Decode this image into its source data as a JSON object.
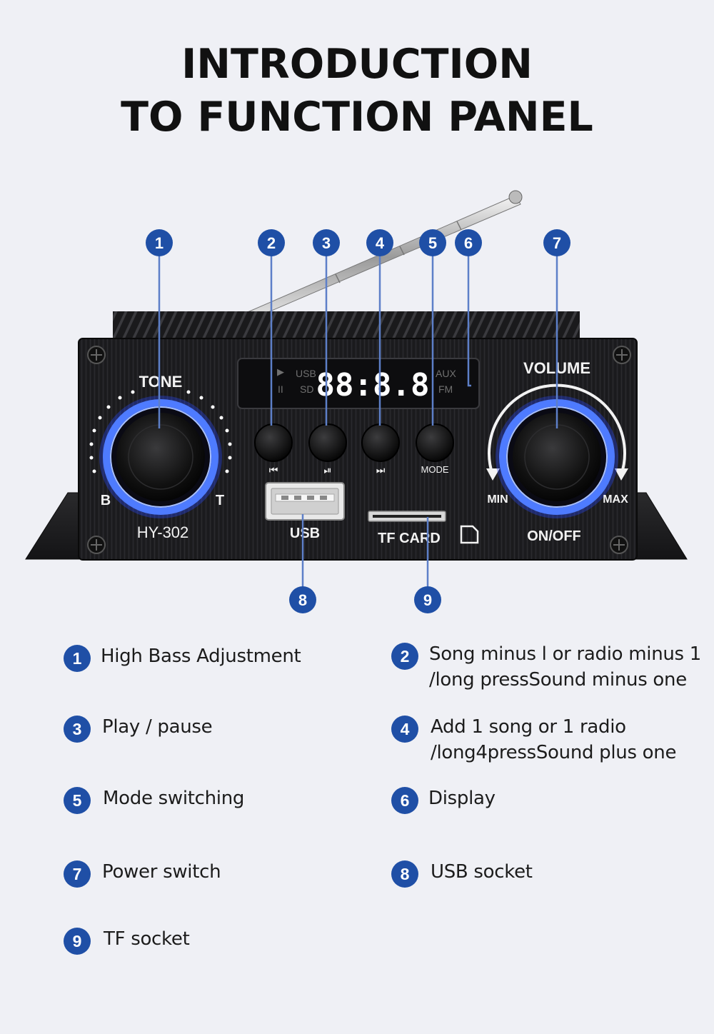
{
  "title_lines": [
    "INTRODUCTION",
    "TO FUNCTION PANEL"
  ],
  "device": {
    "tone_label": "TONE",
    "bass_label": "B",
    "treble_label": "T",
    "model": "HY-302",
    "display_left_top": "USB",
    "display_left_bottom": "SD",
    "display_digits": "88:8.8",
    "display_right_top": "AUX",
    "display_right_bottom": "FM",
    "button_prev": "⏮",
    "button_play": "⏯",
    "button_next": "⏭",
    "button_mode": "MODE",
    "usb_label": "USB",
    "tf_label": "TF CARD",
    "volume_label": "VOLUME",
    "min_label": "MIN",
    "max_label": "MAX",
    "onoff_label": "ON/OFF"
  },
  "callouts": [
    "1",
    "2",
    "3",
    "4",
    "5",
    "6",
    "7",
    "8",
    "9"
  ],
  "legend": [
    {
      "num": "1",
      "lines": [
        "High Bass Adjustment"
      ]
    },
    {
      "num": "2",
      "lines": [
        "Song minus l or radio minus 1",
        "/long pressSound minus one"
      ]
    },
    {
      "num": "3",
      "lines": [
        "Play / pause"
      ]
    },
    {
      "num": "4",
      "lines": [
        "Add 1 song or 1 radio",
        "/long4pressSound plus one"
      ]
    },
    {
      "num": "5",
      "lines": [
        "Mode switching"
      ]
    },
    {
      "num": "6",
      "lines": [
        "Display"
      ]
    },
    {
      "num": "7",
      "lines": [
        "Power switch"
      ]
    },
    {
      "num": "8",
      "lines": [
        "USB socket"
      ]
    },
    {
      "num": "9",
      "lines": [
        "TF socket"
      ]
    }
  ],
  "colors": {
    "badge": "#1f4fa6",
    "glow": "#3d6dff",
    "panel": "#1c1c1e"
  }
}
